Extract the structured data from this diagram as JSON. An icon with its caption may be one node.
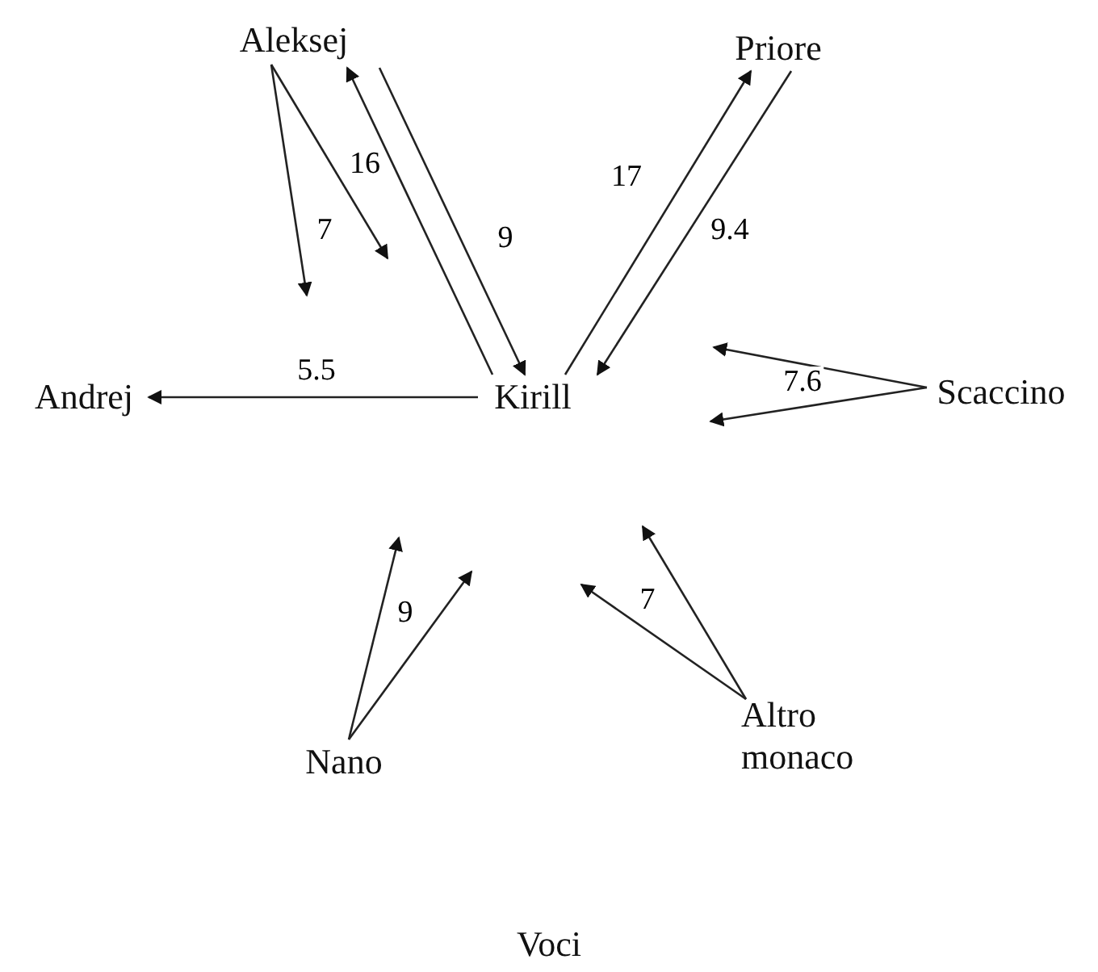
{
  "diagram": {
    "nodes": [
      {
        "text": [
          "Aleksej"
        ]
      },
      {
        "text": [
          "Priore"
        ]
      },
      {
        "text": [
          "Andrej"
        ]
      },
      {
        "text": [
          "Kirill"
        ]
      },
      {
        "text": [
          "Scaccino"
        ]
      },
      {
        "text": [
          "Nano"
        ]
      },
      {
        "text": [
          "Altro monaco"
        ]
      },
      {
        "text": [
          "Voci"
        ]
      }
    ],
    "edges": [
      {
        "from": 3,
        "to": 0,
        "arrow": "to",
        "label": "16"
      },
      {
        "from": 0,
        "to": 3,
        "arrow": "to",
        "label": "9"
      },
      {
        "from": 3,
        "to": 1,
        "arrow": "to",
        "label": "17"
      },
      {
        "from": 1,
        "to": 3,
        "arrow": "to",
        "label": "9.4"
      },
      {
        "from": 3,
        "to": 2,
        "arrow": "to",
        "label": "5.5"
      },
      {
        "from": 0,
        "to": null,
        "arrow": "to",
        "label": "7"
      },
      {
        "from": 0,
        "to": null,
        "arrow": "to"
      },
      {
        "from": 4,
        "to": null,
        "arrow": "to",
        "label": "7.6"
      },
      {
        "from": 4,
        "to": null,
        "arrow": "to"
      },
      {
        "from": 5,
        "to": null,
        "arrow": "to",
        "label": "9"
      },
      {
        "from": 5,
        "to": null,
        "arrow": "to"
      },
      {
        "from": 6,
        "to": null,
        "arrow": "to",
        "label": "7"
      },
      {
        "from": 6,
        "to": null,
        "arrow": "to"
      }
    ]
  }
}
